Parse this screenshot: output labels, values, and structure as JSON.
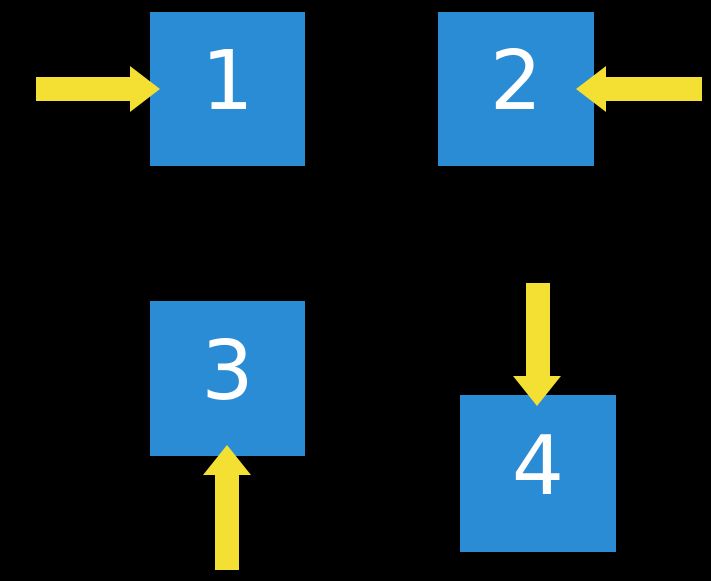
{
  "slide": {
    "background": "#000000"
  },
  "colors": {
    "box_fill": "#2A8CD4",
    "arrow_fill": "#F4E032",
    "label_color": "#FFFFFF"
  },
  "boxes": [
    {
      "label": "1",
      "arrow_enters_from": "left",
      "arrow_direction": "right"
    },
    {
      "label": "2",
      "arrow_enters_from": "right",
      "arrow_direction": "left"
    },
    {
      "label": "3",
      "arrow_enters_from": "bottom",
      "arrow_direction": "up"
    },
    {
      "label": "4",
      "arrow_enters_from": "top",
      "arrow_direction": "down"
    }
  ]
}
